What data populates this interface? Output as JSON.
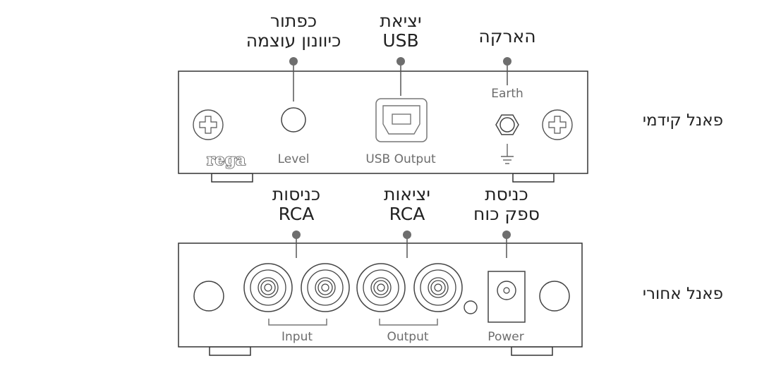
{
  "front_panel": {
    "row_label": "פאנל קידמי",
    "callouts": {
      "volume_button": [
        "כפתור",
        "כיוונון עוצמה"
      ],
      "usb_output": [
        "יציאת",
        "USB"
      ],
      "earth": [
        "הארקה"
      ]
    },
    "printed": {
      "brand": "rega",
      "level": "Level",
      "usb_output": "USB Output",
      "earth": "Earth"
    }
  },
  "rear_panel": {
    "row_label": "פאנל אחורי",
    "callouts": {
      "rca_inputs": [
        "כניסות",
        "RCA"
      ],
      "rca_outputs": [
        "יציאות",
        "RCA"
      ],
      "power_input": [
        "כניסת",
        "ספק כוח"
      ]
    },
    "printed": {
      "input": "Input",
      "output": "Output",
      "power": "Power"
    }
  },
  "colors": {
    "outline": "#333333",
    "silkscreen": "#6d6d6d",
    "dot": "#6e6e6e"
  }
}
